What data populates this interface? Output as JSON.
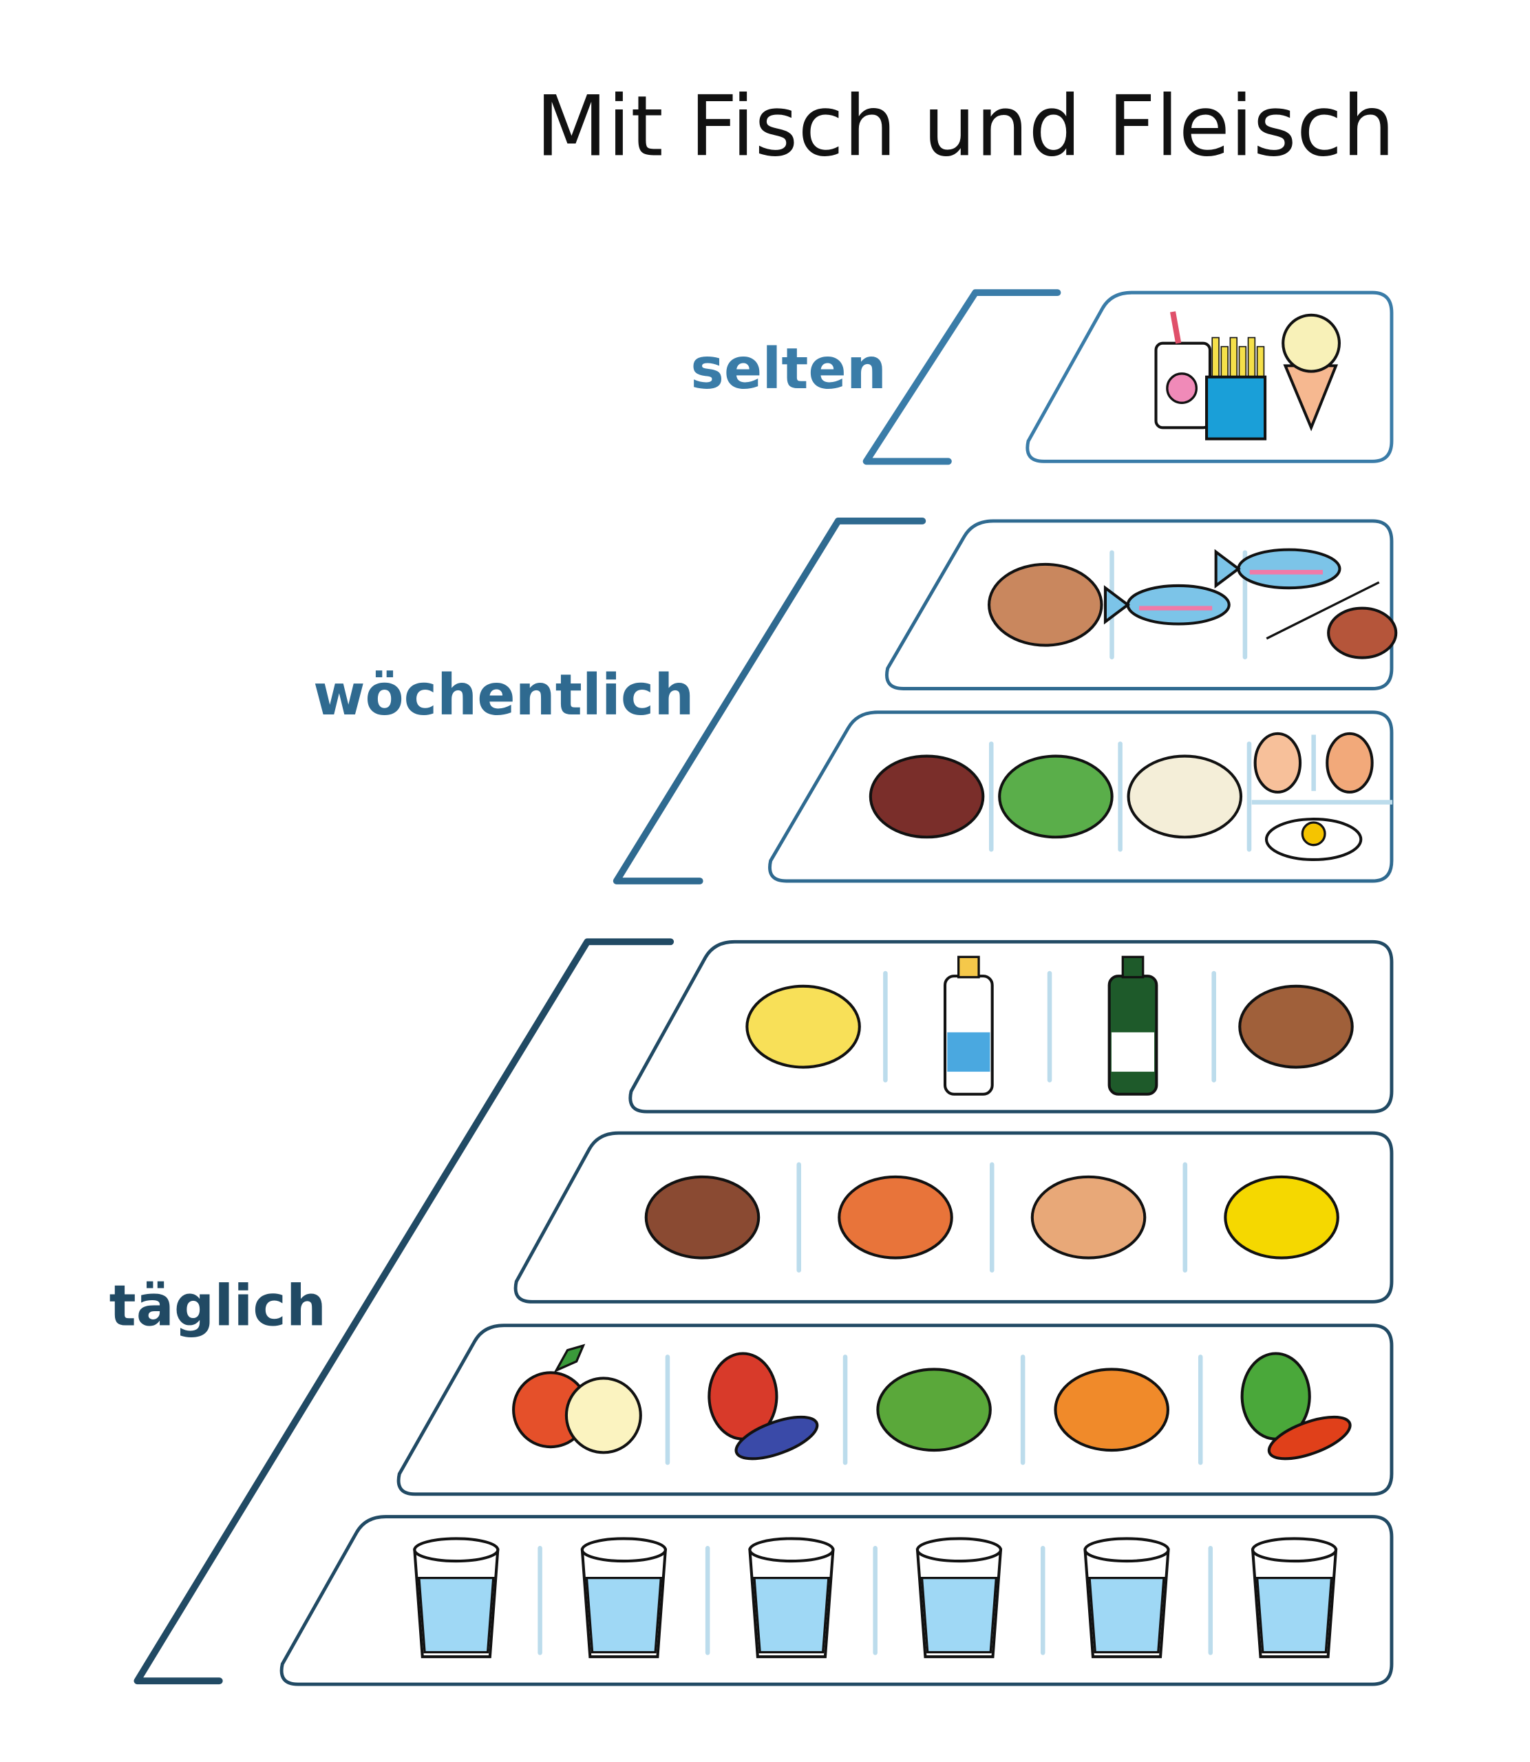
{
  "title": "Mit Fisch und Fleisch",
  "levels": [
    {
      "label": "selten",
      "color": "#3a7ca8"
    },
    {
      "label": "wöchentlich",
      "color": "#2f6a90"
    },
    {
      "label": "täglich",
      "color": "#214a64"
    }
  ],
  "rows": [
    {
      "level": 0,
      "items": [
        {
          "icon": "fast-food-icon",
          "colors": [
            "#f08ab8",
            "#f5e04a",
            "#1a9fd8",
            "#f8f1b8"
          ]
        }
      ]
    },
    {
      "level": 1,
      "items": [
        {
          "icon": "chicken-leg-icon",
          "colors": [
            "#c9875e"
          ]
        },
        {
          "icon": "fish-icon",
          "colors": [
            "#7cc4e8"
          ]
        },
        {
          "icon": "fish-or-meat-icon",
          "colors": [
            "#7cc4e8",
            "#b5553a"
          ]
        }
      ]
    },
    {
      "level": 1,
      "items": [
        {
          "icon": "beans-nuts-icon",
          "colors": [
            "#7a2e2a"
          ]
        },
        {
          "icon": "peas-icon",
          "colors": [
            "#5aae4a"
          ]
        },
        {
          "icon": "tofu-icon",
          "colors": [
            "#f4eed8"
          ]
        },
        {
          "icon": "eggs-icon",
          "colors": [
            "#f2a97a",
            "#f5c400"
          ]
        }
      ]
    },
    {
      "level": 2,
      "items": [
        {
          "icon": "cheese-icon",
          "colors": [
            "#f8e058"
          ]
        },
        {
          "icon": "milk-icon",
          "colors": [
            "#4aa8e0"
          ]
        },
        {
          "icon": "oil-bottle-icon",
          "colors": [
            "#1e5a2a"
          ]
        },
        {
          "icon": "nuts-icon",
          "colors": [
            "#a0603a"
          ]
        }
      ]
    },
    {
      "level": 2,
      "items": [
        {
          "icon": "bread-icon",
          "colors": [
            "#8a4a32"
          ]
        },
        {
          "icon": "rice-bowl-icon",
          "colors": [
            "#e8743a"
          ]
        },
        {
          "icon": "potato-icon",
          "colors": [
            "#e8a878"
          ]
        },
        {
          "icon": "pasta-icon",
          "colors": [
            "#f5d800"
          ]
        }
      ]
    },
    {
      "level": 2,
      "items": [
        {
          "icon": "apple-icon",
          "colors": [
            "#e5502a"
          ]
        },
        {
          "icon": "berries-icon",
          "colors": [
            "#d83a2a",
            "#3a4aa8"
          ]
        },
        {
          "icon": "lettuce-icon",
          "colors": [
            "#5aa83a"
          ]
        },
        {
          "icon": "carrot-icon",
          "colors": [
            "#f08a2a"
          ]
        },
        {
          "icon": "pepper-icon",
          "colors": [
            "#4aa83a",
            "#e0401a"
          ]
        }
      ]
    },
    {
      "level": 2,
      "items": [
        {
          "icon": "water-glass-icon",
          "colors": [
            "#9fd8f5"
          ]
        },
        {
          "icon": "water-glass-icon",
          "colors": [
            "#9fd8f5"
          ]
        },
        {
          "icon": "water-glass-icon",
          "colors": [
            "#9fd8f5"
          ]
        },
        {
          "icon": "water-glass-icon",
          "colors": [
            "#9fd8f5"
          ]
        },
        {
          "icon": "water-glass-icon",
          "colors": [
            "#9fd8f5"
          ]
        },
        {
          "icon": "water-glass-icon",
          "colors": [
            "#9fd8f5"
          ]
        }
      ]
    }
  ],
  "separator_color": "#bcdcec"
}
